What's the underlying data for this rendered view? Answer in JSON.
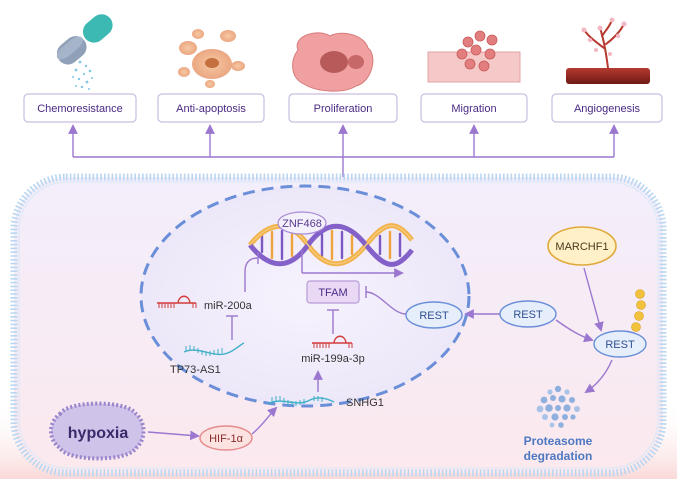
{
  "outcomes": [
    {
      "label": "Chemoresistance",
      "icon": "capsule-icon"
    },
    {
      "label": "Anti-apoptosis",
      "icon": "cell-cluster-icon"
    },
    {
      "label": "Proliferation",
      "icon": "dividing-cell-icon"
    },
    {
      "label": "Migration",
      "icon": "migrating-cells-icon"
    },
    {
      "label": "Angiogenesis",
      "icon": "blood-vessel-icon"
    }
  ],
  "nodes": {
    "znf468": "ZNF468",
    "tfam": "TFAM",
    "mir200a": "miR-200a",
    "tp73as1": "TP73-AS1",
    "mir199a": "miR-199a-3p",
    "sncg1": "SNHG1",
    "hypoxia": "hypoxia",
    "hif1a": "HIF-1α",
    "rest_nuclear": "REST",
    "rest_cyto": "REST",
    "rest_ub": "REST",
    "marchf1": "MARCHF1",
    "proteasome_line1": "Proteasome",
    "proteasome_line2": "degradation"
  },
  "colors": {
    "arrow": "#9b77cf",
    "label_text": "#4a2a84",
    "nucleus_border": "#6a8fd8",
    "rest_fill": "#e6eefb",
    "rest_stroke": "#6a8fd8",
    "marchf1_fill": "#fff0c8",
    "marchf1_stroke": "#e1a93a",
    "hif_fill": "#fde2e2",
    "hif_stroke": "#e58c8c",
    "hypoxia_fill": "#cfc3ea",
    "tfam_fill": "#ead9f5",
    "mirna_red": "#d23c3c",
    "lncrna_teal": "#3fb0c8",
    "proteasome_text": "#4e78c2",
    "ubiquitin": "#f2c23c"
  }
}
